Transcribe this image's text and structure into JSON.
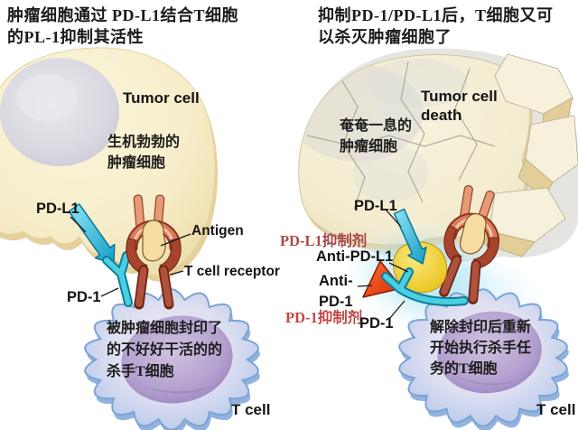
{
  "colors": {
    "pdl1_inhibitor_text": "#a8484e",
    "pd1_inhibitor_text": "#c24848",
    "label_text": "#141414",
    "pdl1_cyan": "#1fb0d6",
    "tcr_red": "#a8442e",
    "antibody_yellow": "#eec928",
    "antibody_orange_red": "#e44715",
    "tumor_cream": "#f6eecb",
    "tcell_blue": "#9cbce4"
  },
  "left_panel": {
    "title_line1": "肿瘤细胞通过 PD-L1结合T细胞",
    "title_line2": "的PL-1抑制其活性",
    "tumor_cell_label": "Tumor cell",
    "tumor_caption_line1": "生机勃勃的",
    "tumor_caption_line2": "肿瘤细胞",
    "pdl1_label": "PD-L1",
    "antigen_label": "Antigen",
    "tcell_receptor_label": "T cell receptor",
    "pd1_label": "PD-1",
    "tcell_caption_line1": "被肿瘤细胞封印了",
    "tcell_caption_line2": "的不好好干活的的",
    "tcell_caption_line3": "杀手T细胞",
    "tcell_label": "T cell"
  },
  "right_panel": {
    "title_line1": "抑制PD-1/PD-L1后，T细胞又可",
    "title_line2": "以杀灭肿瘤细胞了",
    "tumor_death_label_line1": "Tumor cell",
    "tumor_death_label_line2": "death",
    "tumor_caption_line1": "奄奄一息的",
    "tumor_caption_line2": "肿瘤细胞",
    "pdl1_label": "PD-L1",
    "pdl1_inhibitor_label": "PD-L1抑制剂",
    "anti_pdl1_label": "Anti-PD-L1",
    "anti_pd1_label_line1": "Anti-",
    "anti_pd1_label_line2": "PD-1",
    "pd1_inhibitor_label": "PD-1抑制剂",
    "pd1_label": "PD-1",
    "tcell_caption_line1": "解除封印后重新",
    "tcell_caption_line2": "开始执行杀手任",
    "tcell_caption_line3": "务的T细胞",
    "tcell_label": "T cell"
  }
}
